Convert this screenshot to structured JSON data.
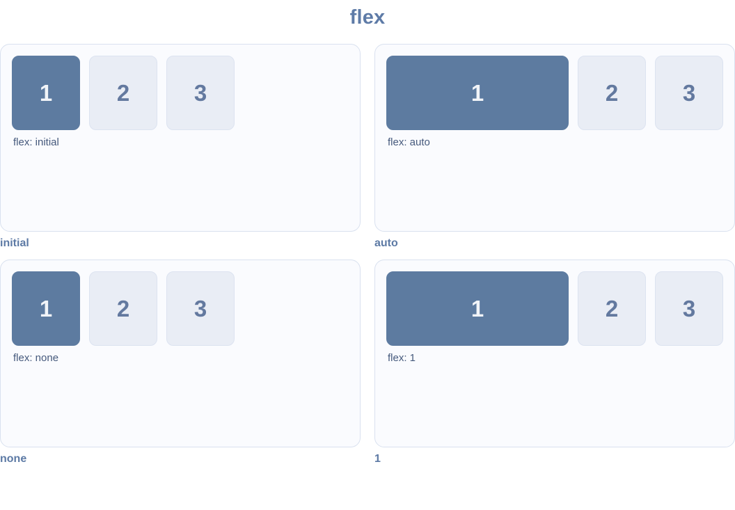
{
  "title": "flex",
  "colors": {
    "accent": "#5d7ba0",
    "item_bg": "#e9edf5",
    "item_border": "#dce3f0",
    "item_number": "#63799f",
    "panel_bg": "#fafbfe",
    "panel_border": "#d9e1ef",
    "heading_text": "#5e7ba7",
    "caption_text": "#45597c"
  },
  "panels": [
    {
      "label": "initial",
      "caption": "flex: initial",
      "first_item_flex": "initial",
      "items": [
        "1",
        "2",
        "3"
      ]
    },
    {
      "label": "auto",
      "caption": "flex: auto",
      "first_item_flex": "auto",
      "items": [
        "1",
        "2",
        "3"
      ]
    },
    {
      "label": "none",
      "caption": "flex: none",
      "first_item_flex": "none",
      "items": [
        "1",
        "2",
        "3"
      ]
    },
    {
      "label": "1",
      "caption": "flex: 1",
      "first_item_flex": "1",
      "items": [
        "1",
        "2",
        "3"
      ]
    }
  ]
}
